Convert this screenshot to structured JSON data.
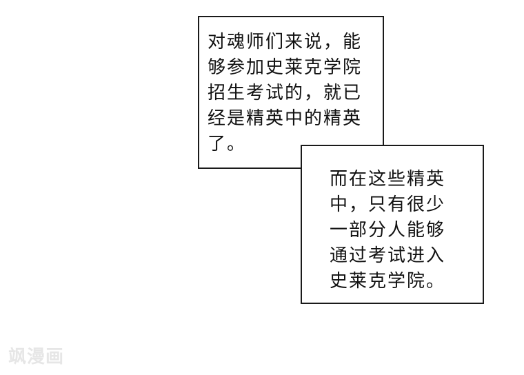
{
  "caption_1": {
    "lines": [
      "对魂师们来说，能",
      "够参加史莱克学院",
      "招生考试的，就已",
      "经是精英中的精英",
      "了。"
    ]
  },
  "caption_2": {
    "lines": [
      "而在这些精英",
      "中，只有很少",
      "一部分人能够",
      "通过考试进入",
      "史莱克学院。"
    ]
  },
  "watermark": {
    "text": "飒漫画"
  },
  "colors": {
    "background": "#ffffff",
    "border": "#1a1a1a",
    "text": "#111111",
    "watermark": "#e6e6e6"
  }
}
